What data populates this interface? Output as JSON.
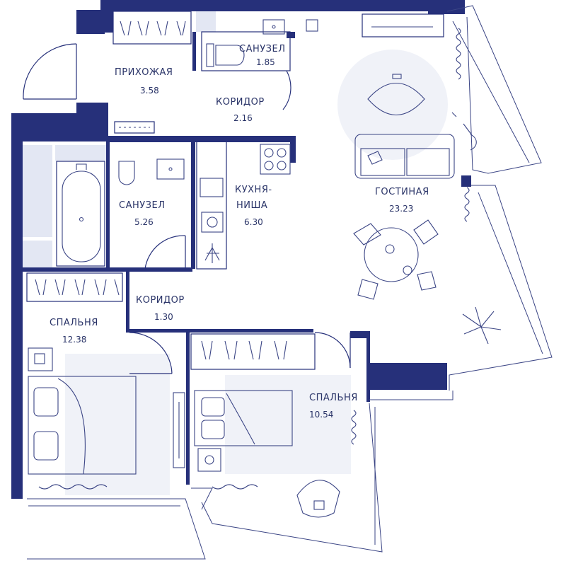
{
  "plan": {
    "rooms": [
      {
        "id": "hall",
        "name": "ПРИХОЖАЯ",
        "area": "3.58"
      },
      {
        "id": "wc-small",
        "name": "САНУЗЕЛ",
        "area": "1.85"
      },
      {
        "id": "corridor1",
        "name": "КОРИДОР",
        "area": "2.16"
      },
      {
        "id": "bath",
        "name": "САНУЗЕЛ",
        "area": "5.26"
      },
      {
        "id": "kitchen",
        "name_line1": "КУХНЯ-",
        "name_line2": "НИША",
        "area": "6.30"
      },
      {
        "id": "living",
        "name": "ГОСТИНАЯ",
        "area": "23.23"
      },
      {
        "id": "corridor2",
        "name": "КОРИДОР",
        "area": "1.30"
      },
      {
        "id": "bed1",
        "name": "СПАЛЬНЯ",
        "area": "12.38"
      },
      {
        "id": "bed2",
        "name": "СПАЛЬНЯ",
        "area": "10.54"
      }
    ],
    "colors": {
      "wall": "#26307a",
      "furniture": "#3b4585",
      "glass": "#e3e7f3"
    }
  }
}
